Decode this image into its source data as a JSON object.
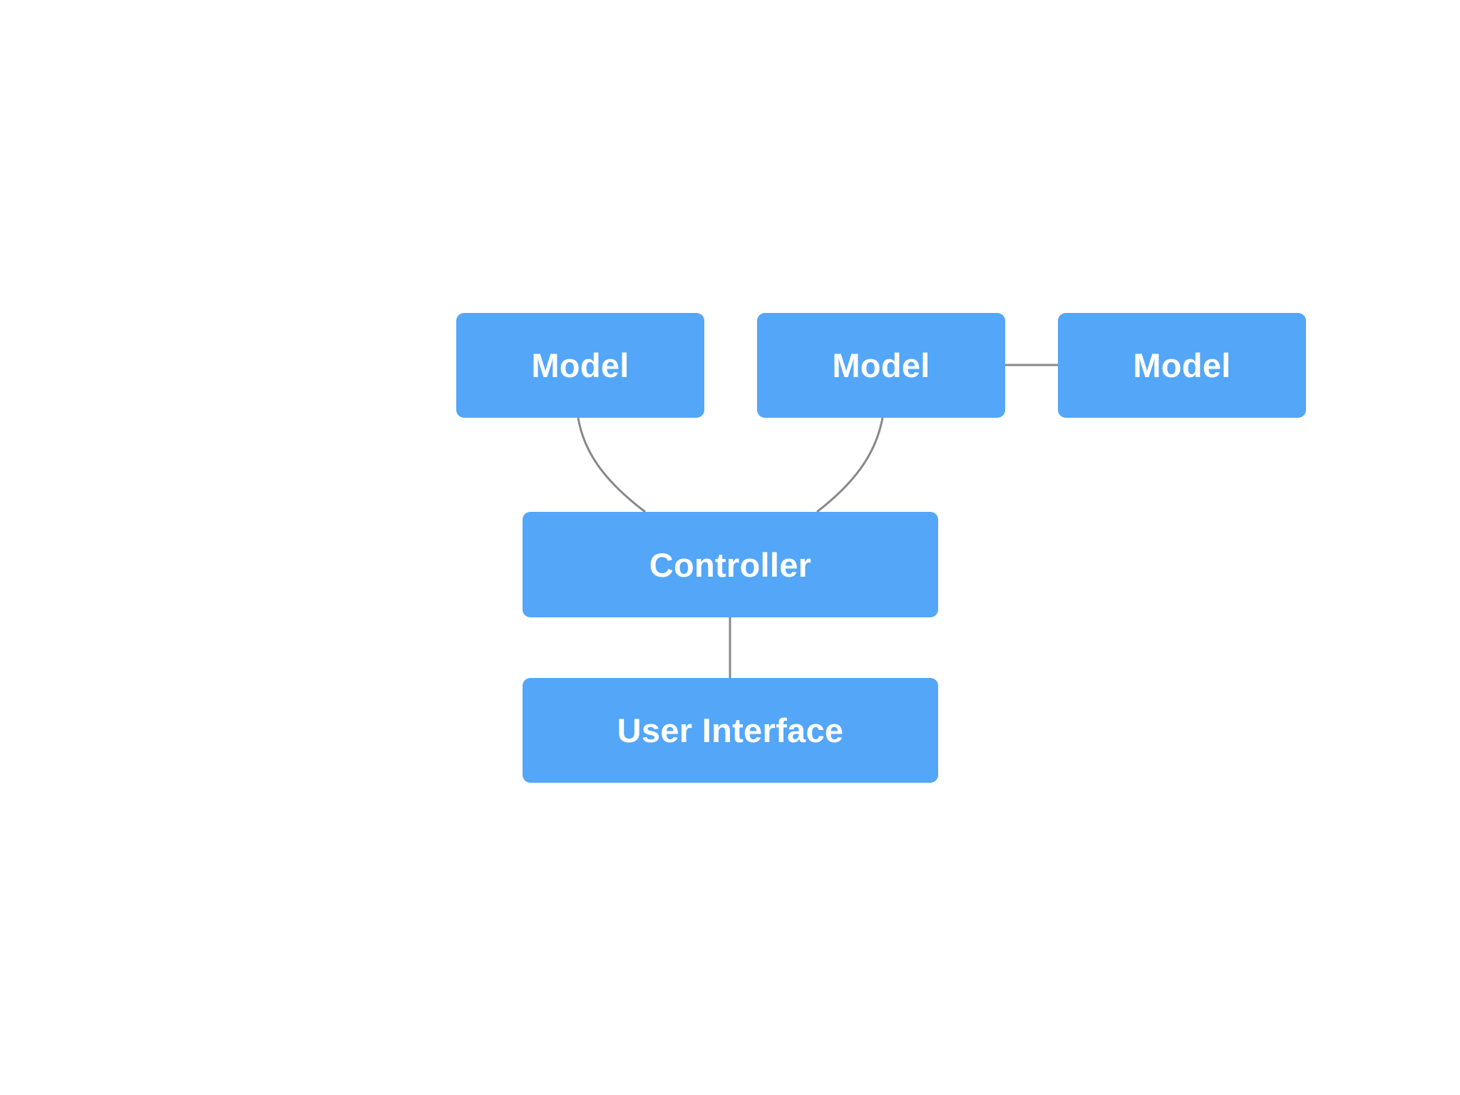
{
  "colors": {
    "node_fill": "#53a6f8",
    "node_text": "#ffffff",
    "connector": "#888888",
    "background": "#ffffff"
  },
  "nodes": {
    "model_1": "Model",
    "model_2": "Model",
    "model_3": "Model",
    "controller": "Controller",
    "user_interface": "User Interface"
  },
  "edges": [
    {
      "from": "model_1",
      "to": "controller",
      "style": "curve"
    },
    {
      "from": "model_2",
      "to": "controller",
      "style": "curve"
    },
    {
      "from": "model_2",
      "to": "model_3",
      "style": "straight"
    },
    {
      "from": "controller",
      "to": "user_interface",
      "style": "straight"
    }
  ]
}
